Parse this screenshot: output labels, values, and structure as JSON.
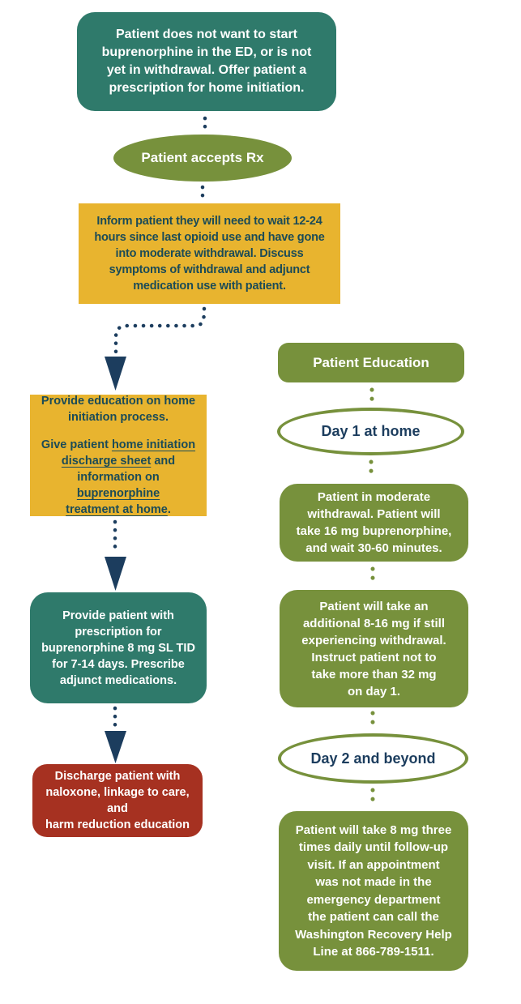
{
  "colors": {
    "teal": "#2F7A6B",
    "olive_green": "#77913C",
    "yellow": "#E8B42F",
    "brick_red": "#A63121",
    "navy": "#1C3D5E",
    "text_on_yellow": "#1B4B57",
    "white": "#FFFFFF"
  },
  "left_flow": {
    "intro_box": {
      "text": "Patient does not want to start\nbuprenorphine in the ED, or is not\nyet in withdrawal. Offer patient a\nprescription for home initiation."
    },
    "accepts_ellipse": {
      "text": "Patient accepts Rx"
    },
    "inform_box": {
      "text": "Inform patient they will need to wait 12-24\nhours since last opioid use and have gone\ninto moderate withdrawal. Discuss\nsymptoms of withdrawal and adjunct\nmedication use with patient."
    },
    "education_box": {
      "para1": "Provide education on home\ninitiation process.",
      "para2_lines": [
        [
          {
            "t": "Give patient ",
            "u": false
          },
          {
            "t": "home initiation",
            "u": true
          }
        ],
        [
          {
            "t": "discharge sheet",
            "u": true
          },
          {
            "t": " and",
            "u": false
          }
        ],
        [
          {
            "t": "information on ",
            "u": false
          },
          {
            "t": "buprenorphine",
            "u": true
          }
        ],
        [
          {
            "t": "treatment at home",
            "u": true
          },
          {
            "t": ".",
            "u": false
          }
        ]
      ],
      "link1": "home initiation discharge sheet",
      "link2": "buprenorphine treatment at home"
    },
    "prescription_box": {
      "text": "Provide patient with\nprescription for\nbuprenorphine 8 mg SL TID\nfor 7-14 days. Prescribe\nadjunct medications."
    },
    "discharge_box": {
      "text": "Discharge patient with\nnaloxone, linkage to care, and\nharm reduction education"
    }
  },
  "right_flow": {
    "header": "Patient Education",
    "day1_label": "Day 1 at home",
    "step1": "Patient in moderate\nwithdrawal. Patient will\ntake 16 mg buprenorphine,\nand wait 30-60 minutes.",
    "step2": "Patient will take an\nadditional 8-16 mg if still\nexperiencing withdrawal.\nInstruct patient not to\ntake more than 32 mg\non day 1.",
    "day2_label": "Day 2 and beyond",
    "step3": "Patient will take 8 mg three\ntimes daily until follow-up\nvisit. If an appointment\nwas not made in the\nemergency department\nthe patient can call the\nWashington Recovery Help\nLine at 866-789-1511."
  }
}
